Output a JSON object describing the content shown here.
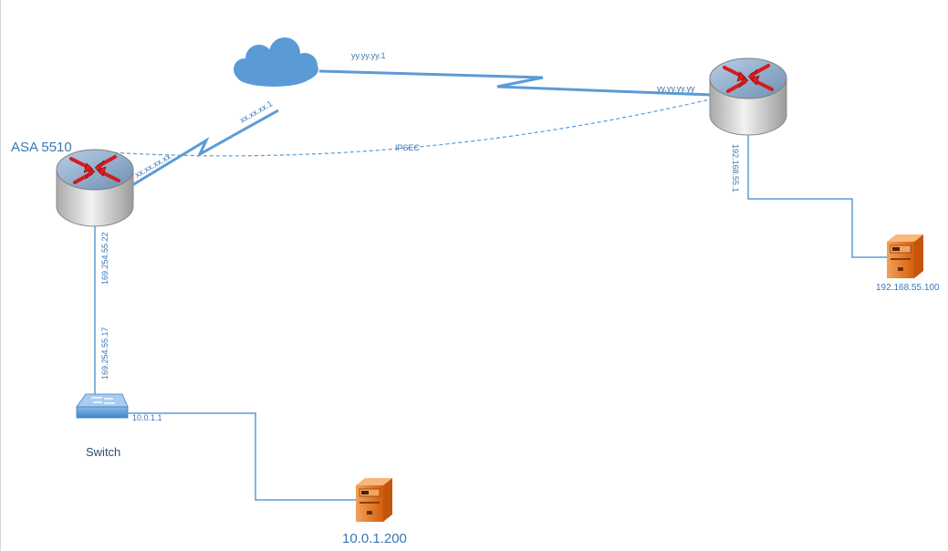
{
  "devices": {
    "asa": {
      "name": "ASA 5510"
    },
    "remote_router": {
      "name": ""
    },
    "switch": {
      "name": "Switch"
    },
    "server_remote": {
      "name": "192.168.55.100"
    },
    "server_local": {
      "name": "10.0.1.200"
    }
  },
  "links": {
    "asa_outside": "xx.xx.xx.xx",
    "isp_gateway": "xx.xx.xx.1",
    "remote_gateway": "yy.yy.yy.1",
    "remote_outside": "yy.yy.yy.yy",
    "tunnel": "IPSEC",
    "remote_inside": "192.168.55.1",
    "asa_inside": "169.254.55.22",
    "switch_uplink": "169.254.55.17",
    "switch_vlan": "10.0.1.1"
  },
  "colors": {
    "link": "#5b9bd5",
    "cloud": "#5b9bd5",
    "router_body": "#c9c9c9",
    "router_top": "#8aa8c8",
    "router_arrow": "#e01b1b",
    "server": "#e87722",
    "switch": "#5b9bd5",
    "label": "#3a78b5"
  },
  "icons": [
    "cloud-icon",
    "router-icon",
    "switch-icon",
    "server-icon"
  ]
}
